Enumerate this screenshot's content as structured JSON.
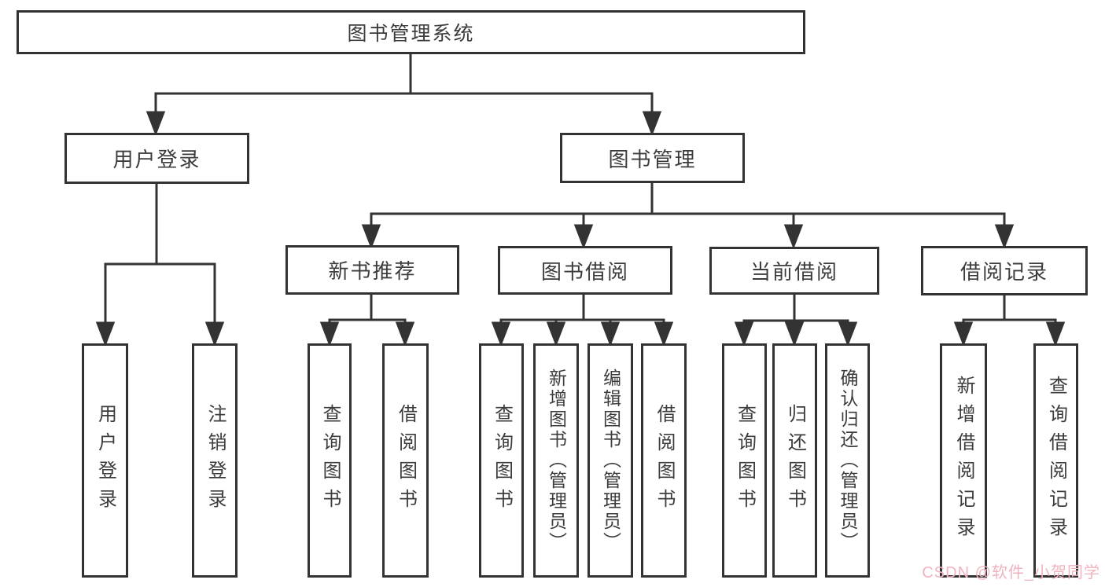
{
  "diagram": {
    "root": {
      "label": "图书管理系统"
    },
    "level1": [
      {
        "label": "用户登录"
      },
      {
        "label": "图书管理"
      }
    ],
    "level2": [
      {
        "label": "新书推荐"
      },
      {
        "label": "图书借阅"
      },
      {
        "label": "当前借阅"
      },
      {
        "label": "借阅记录"
      }
    ],
    "leaves": [
      {
        "label": "用户登录"
      },
      {
        "label": "注销登录"
      },
      {
        "label": "查询图书"
      },
      {
        "label": "借阅图书"
      },
      {
        "label": "查询图书"
      },
      {
        "label": "新增图书（管理员）"
      },
      {
        "label": "编辑图书（管理员）"
      },
      {
        "label": "借阅图书"
      },
      {
        "label": "查询图书"
      },
      {
        "label": "归还图书"
      },
      {
        "label": "确认归还（管理员）"
      },
      {
        "label": "新增借阅记录"
      },
      {
        "label": "查询借阅记录"
      }
    ],
    "colors": {
      "border": "#333333",
      "line": "#333333",
      "text": "#3c3c3c"
    }
  },
  "watermark": {
    "text": "CSDN @软件_小贺同学",
    "color": "#f1b3be"
  }
}
